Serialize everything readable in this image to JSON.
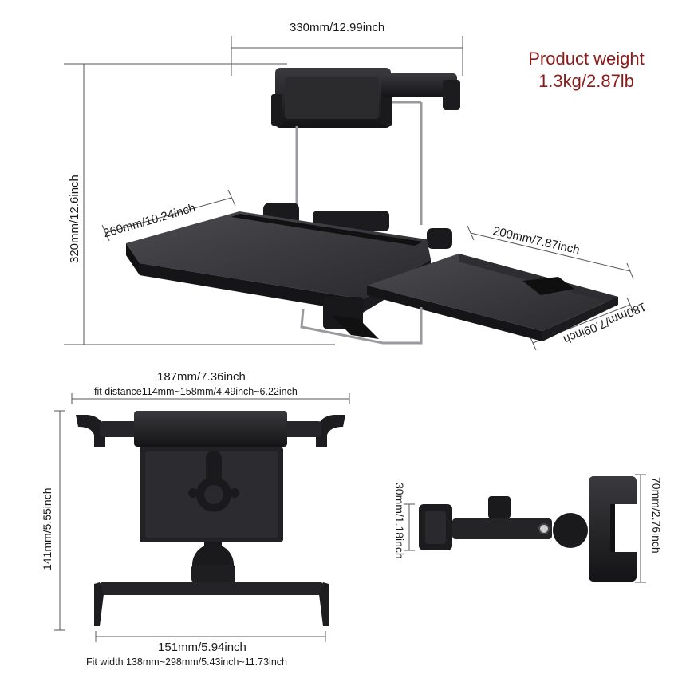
{
  "colors": {
    "background": "#ffffff",
    "dimension_line": "#555555",
    "product_body": "#1f1f22",
    "product_highlight": "#3a3a3e",
    "weight_text": "#8b1a1a"
  },
  "product_weight": {
    "title": "Product weight",
    "value": "1.3kg/2.87lb"
  },
  "tray_view": {
    "width_label": "330mm/12.99inch",
    "height_label": "320mm/12.6inch",
    "tray_depth_label": "260mm/10.24inch",
    "drawer_length_label": "200mm/7.87inch",
    "drawer_width_label": "180mm/7.09inch"
  },
  "front_bracket_view": {
    "top_width_label": "187mm/7.36inch",
    "fit_distance_label": "fit distance114mm~158mm/4.49inch~6.22inch",
    "height_label": "141mm/5.55inch",
    "bottom_width_label": "151mm/5.94inch",
    "fit_width_label": "Fit width 138mm~298mm/5.43inch~11.73inch"
  },
  "side_clamp_view": {
    "clamp_height_label": "30mm/1.18inch",
    "holder_height_label": "70mm/2.76inch"
  },
  "icons": [
    "tray-table-icon",
    "headrest-bracket-icon",
    "side-clamp-icon"
  ]
}
